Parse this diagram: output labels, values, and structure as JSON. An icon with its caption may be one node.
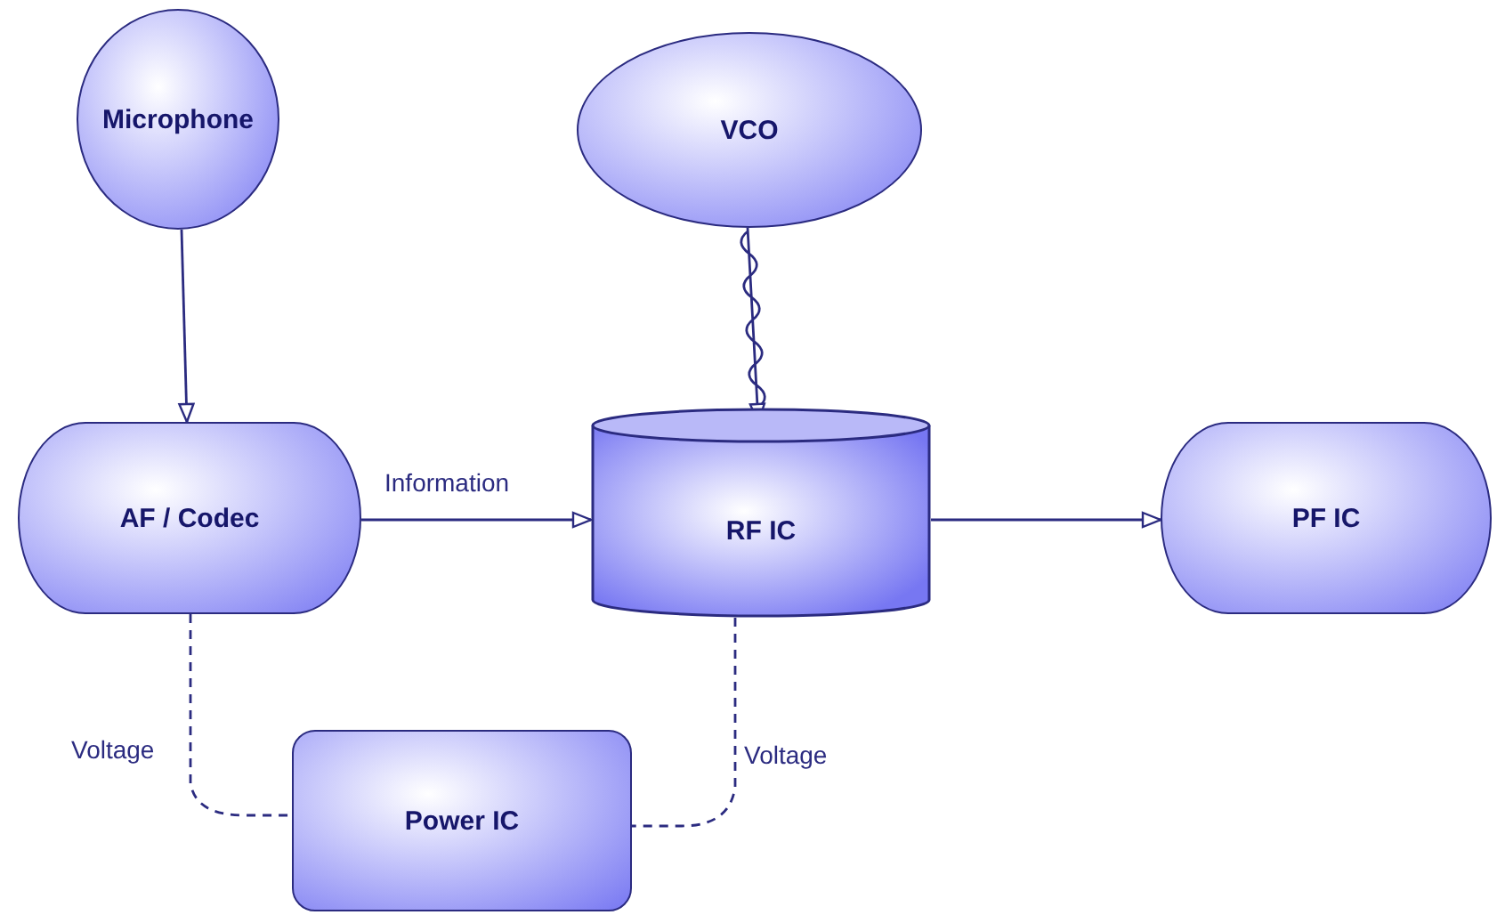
{
  "diagram": {
    "nodes": [
      {
        "text": [
          "Microphone"
        ]
      },
      {
        "text": [
          "VCO"
        ]
      },
      {
        "text": [
          "AF / Codec"
        ]
      },
      {
        "text": [
          "RF IC"
        ]
      },
      {
        "text": [
          "PF IC"
        ]
      },
      {
        "text": [
          "Power IC"
        ]
      }
    ],
    "edges": [
      {
        "from": 0,
        "to": 2,
        "arrow": "to"
      },
      {
        "from": 1,
        "to": 3,
        "arrow": "to"
      },
      {
        "from": 2,
        "to": 3,
        "arrow": "to",
        "label": "Information"
      },
      {
        "from": 3,
        "to": 4,
        "arrow": "to"
      },
      {
        "from": 2,
        "to": 5,
        "arrow": "none",
        "style": "dashed",
        "label": "Voltage"
      },
      {
        "from": 3,
        "to": 5,
        "arrow": "none",
        "style": "dashed",
        "label": "Voltage"
      }
    ]
  }
}
